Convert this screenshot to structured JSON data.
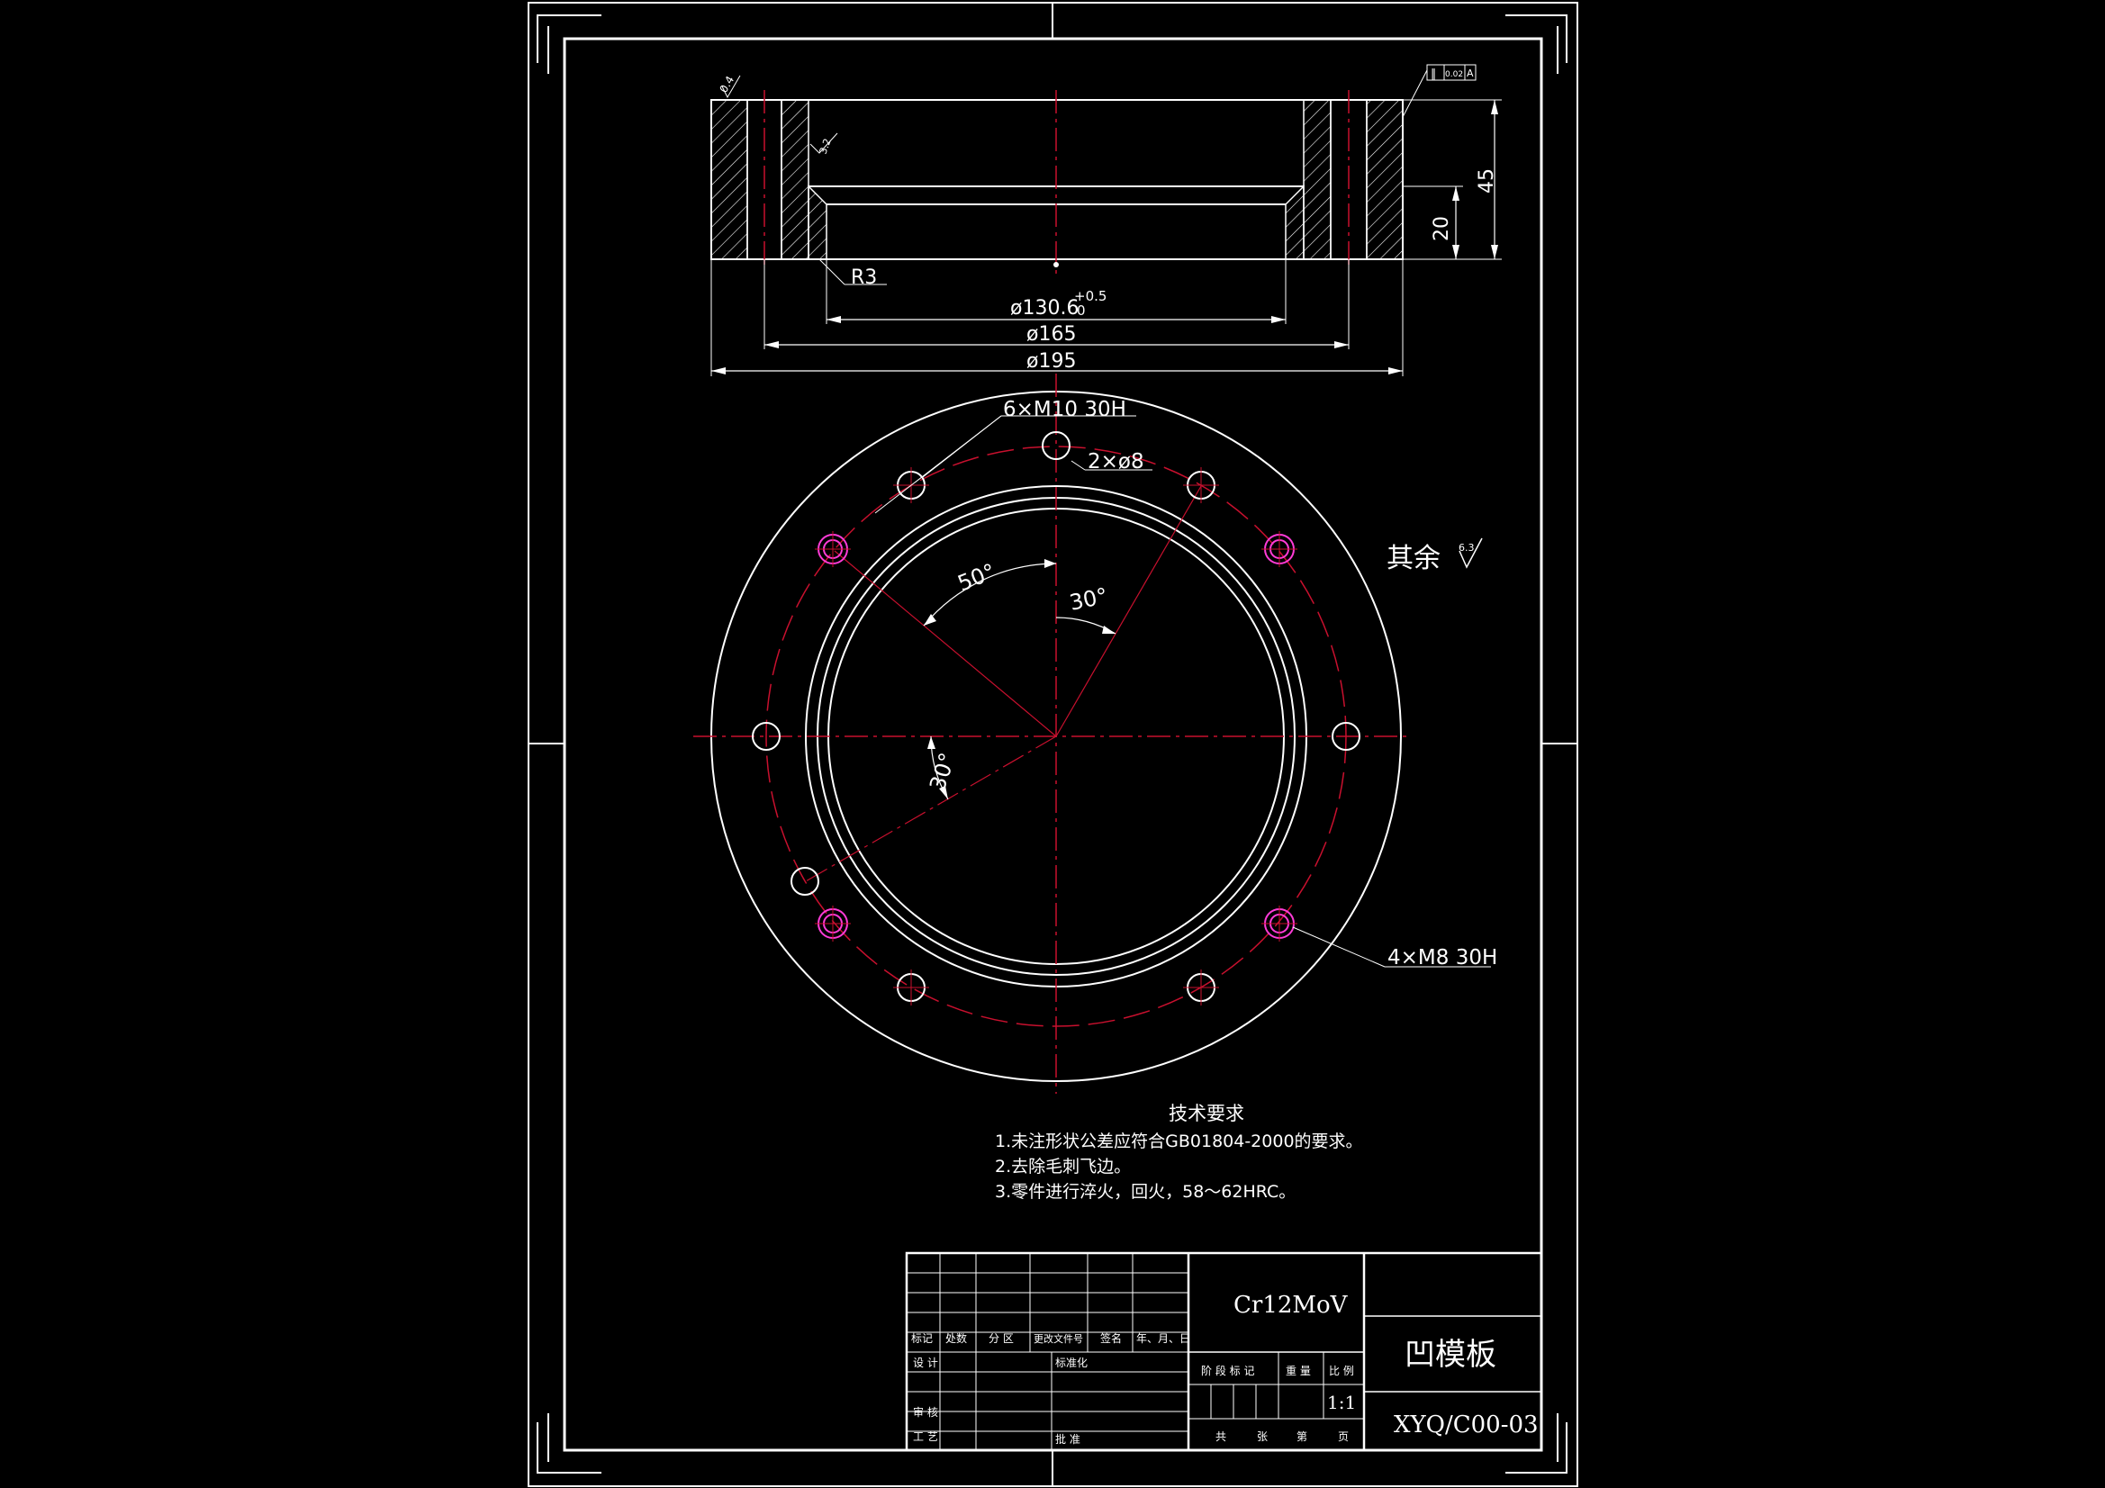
{
  "dims": {
    "d_bore": "ø130.6",
    "d_bore_tol_upper": "+0.5",
    "d_bore_tol_lower": "0",
    "d_mid": "ø165",
    "d_outer": "ø195",
    "height_total": "45",
    "height_step": "20",
    "radius": "R3",
    "chamfer": "0.4",
    "bore_finish": "3.2"
  },
  "holes": {
    "label_m10": "6×M10  30H",
    "label_pins": "2×ø8",
    "label_m8": "4×M8  30H"
  },
  "angles": [
    "50°",
    "30°",
    "30°"
  ],
  "surface_finish": {
    "label": "其余",
    "value": "6.3"
  },
  "tech_requirements": {
    "title": "技术要求",
    "items": [
      "1.未注形状公差应符合GB01804-2000的要求。",
      "2.去除毛刺飞边。",
      "3.零件进行淬火，回火，58～62HRC。"
    ]
  },
  "tolerance_frame": {
    "symbol": "∥",
    "value": "0.02",
    "datum": "A"
  },
  "title_block": {
    "material": "Cr12MoV",
    "part_name": "凹模板",
    "drawing_no": "XYQ/C00-03",
    "scale": "1:1",
    "revision_headers": [
      "标记",
      "处数",
      "分 区",
      "更改文件号",
      "签名",
      "年、月、日"
    ],
    "label_design": "设 计",
    "label_standardize": "标准化",
    "label_review": "审 核",
    "label_process": "工 艺",
    "label_approve": "批 准",
    "stage_headers": [
      "阶 段 标 记",
      "重 量",
      "比 例"
    ],
    "sheet_labels": [
      "共",
      "张",
      "第",
      "页"
    ]
  }
}
